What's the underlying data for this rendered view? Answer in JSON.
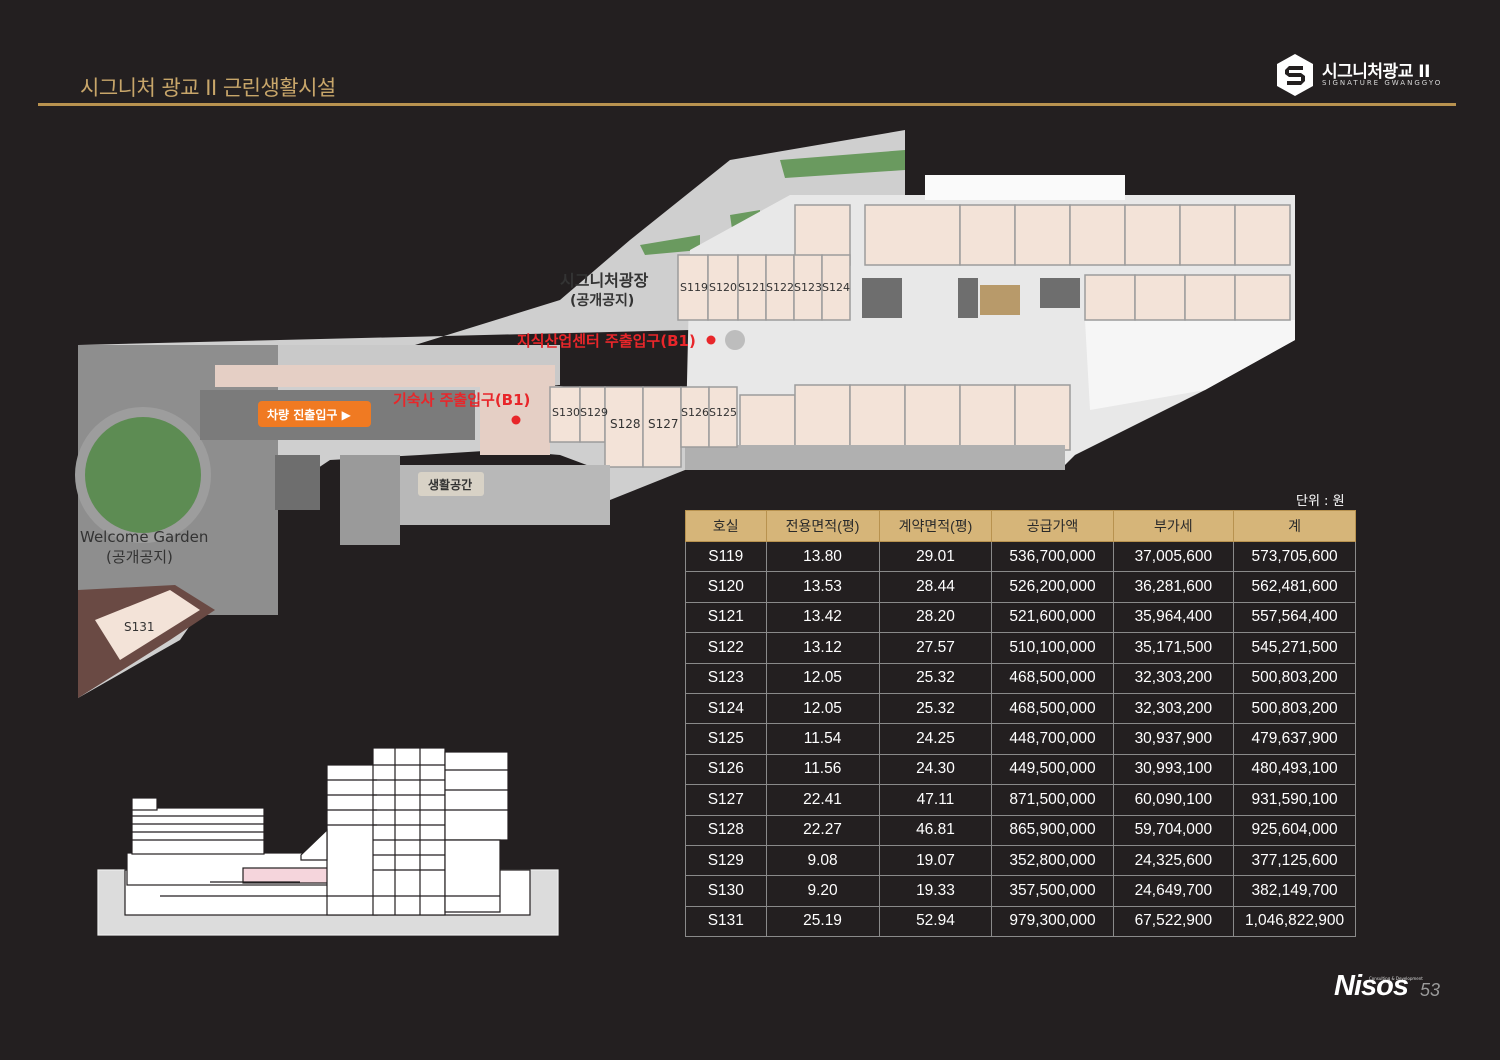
{
  "header": {
    "title": "시그니처 광교 II 근린생활시설",
    "brand_name": "시그니처광교 II",
    "brand_sub": "SIGNATURE GWANGGYO"
  },
  "plan_labels": {
    "plaza": "시그니처광장",
    "plaza_sub": "(공개공지)",
    "knowledge_entrance": "지식산업센터 주출입구(B1)",
    "dorm_entrance": "기숙사 주출입구(B1)",
    "vehicle_entrance": "차량 진출입구 ▶",
    "living_space": "생활공간",
    "welcome_garden": "Welcome Garden",
    "welcome_garden_sub": "(공개공지)",
    "units_top": [
      "S119",
      "S120",
      "S121",
      "S122",
      "S123",
      "S124"
    ],
    "units_mid": [
      "S130",
      "S129"
    ],
    "units_big": [
      "S128",
      "S127"
    ],
    "units_right": [
      "S126",
      "S125"
    ],
    "unit_corner": "S131"
  },
  "table": {
    "unit_note": "단위 : 원",
    "headers": [
      "호실",
      "전용면적(평)",
      "계약면적(평)",
      "공급가액",
      "부가세",
      "계"
    ],
    "rows": [
      [
        "S119",
        "13.80",
        "29.01",
        "536,700,000",
        "37,005,600",
        "573,705,600"
      ],
      [
        "S120",
        "13.53",
        "28.44",
        "526,200,000",
        "36,281,600",
        "562,481,600"
      ],
      [
        "S121",
        "13.42",
        "28.20",
        "521,600,000",
        "35,964,400",
        "557,564,400"
      ],
      [
        "S122",
        "13.12",
        "27.57",
        "510,100,000",
        "35,171,500",
        "545,271,500"
      ],
      [
        "S123",
        "12.05",
        "25.32",
        "468,500,000",
        "32,303,200",
        "500,803,200"
      ],
      [
        "S124",
        "12.05",
        "25.32",
        "468,500,000",
        "32,303,200",
        "500,803,200"
      ],
      [
        "S125",
        "11.54",
        "24.25",
        "448,700,000",
        "30,937,900",
        "479,637,900"
      ],
      [
        "S126",
        "11.56",
        "24.30",
        "449,500,000",
        "30,993,100",
        "480,493,100"
      ],
      [
        "S127",
        "22.41",
        "47.11",
        "871,500,000",
        "60,090,100",
        "931,590,100"
      ],
      [
        "S128",
        "22.27",
        "46.81",
        "865,900,000",
        "59,704,000",
        "925,604,000"
      ],
      [
        "S129",
        "9.08",
        "19.07",
        "352,800,000",
        "24,325,600",
        "377,125,600"
      ],
      [
        "S130",
        "9.20",
        "19.33",
        "357,500,000",
        "24,649,700",
        "382,149,700"
      ],
      [
        "S131",
        "25.19",
        "52.94",
        "979,300,000",
        "67,522,900",
        "1,046,822,900"
      ]
    ]
  },
  "footer": {
    "brand": "Nisos",
    "tagline": "Consulting & Development",
    "page": "53"
  },
  "colors": {
    "background": "#231f20",
    "gold": "#c8a66a",
    "table_header": "#d6b579",
    "callout_red": "#e8262a",
    "callout_orange": "#f07a22",
    "unit_pink": "#f2dcd4"
  }
}
